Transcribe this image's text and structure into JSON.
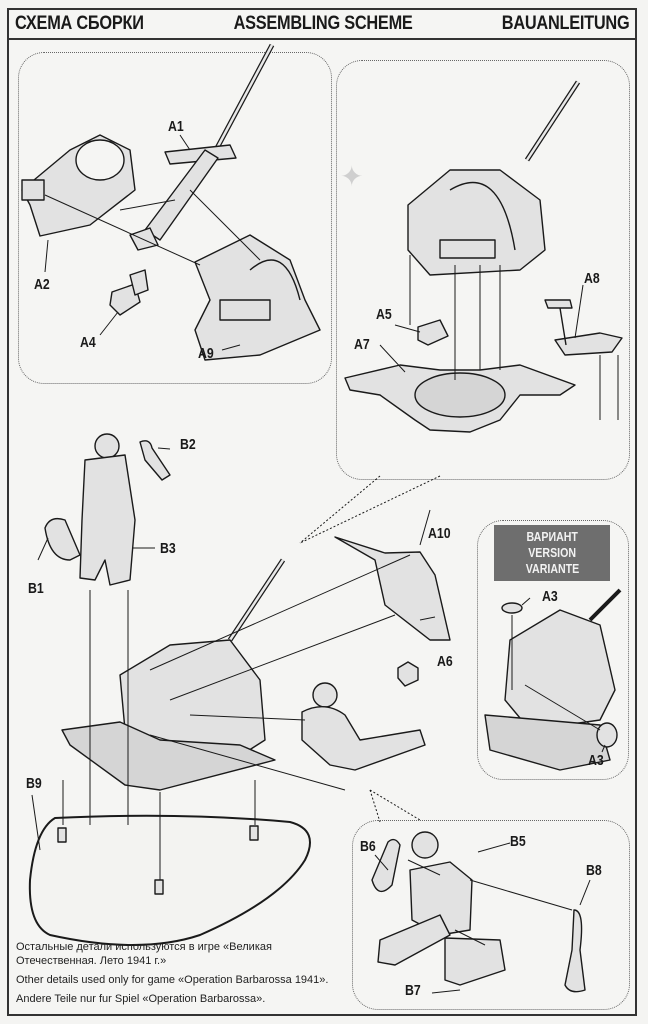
{
  "header": {
    "title_ru": "СХЕМА СБОРКИ",
    "title_en": "ASSEMBLING SCHEME",
    "title_de": "BAUANLEITUNG"
  },
  "steps": {
    "step1": {
      "parts": [
        "A1",
        "A2",
        "A4",
        "A9"
      ]
    },
    "step2": {
      "parts": [
        "A5",
        "A7",
        "A8"
      ]
    },
    "step3": {
      "parts": [
        "B1",
        "B2",
        "B3",
        "B9",
        "A10",
        "A6"
      ]
    },
    "variant": {
      "title_ru": "ВАРИАНТ",
      "title_en": "VERSION",
      "title_de": "VARIANTE",
      "parts": [
        "A3",
        "A3"
      ]
    },
    "step4": {
      "parts": [
        "B5",
        "B6",
        "B7",
        "B8"
      ]
    }
  },
  "labels": {
    "A1": "A1",
    "A2": "A2",
    "A4": "A4",
    "A9": "A9",
    "A5": "A5",
    "A7": "A7",
    "A8": "A8",
    "B1": "B1",
    "B2": "B2",
    "B3": "B3",
    "B9": "B9",
    "A10": "A10",
    "A6": "A6",
    "A3": "A3",
    "B5": "B5",
    "B6": "B6",
    "B7": "B7",
    "B8": "B8"
  },
  "notes": {
    "ru": "Остальные детали используются в игре «Великая Отечественная. Лето 1941 г.»",
    "en": "Other details used only for game «Operation Barbarossa 1941».",
    "de": "Andere Teile nur fur Spiel «Operation Barbarossa»."
  },
  "colors": {
    "ink": "#1a1a1a",
    "part_fill": "#d9d9d9",
    "variant_bg": "#6e6e6e",
    "paper": "#f5f5f3"
  }
}
